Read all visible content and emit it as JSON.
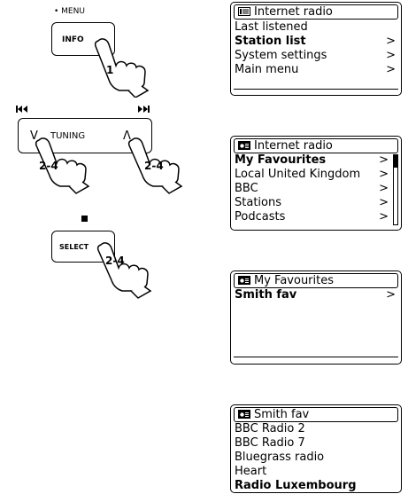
{
  "controls": {
    "info_caption": "• MENU",
    "info_label": "INFO",
    "info_step": "1",
    "prev_icon": "skip-back-icon",
    "next_icon": "skip-forward-icon",
    "tuning_down": "V",
    "tuning_label": "TUNING",
    "tuning_up": "Λ",
    "tuning_step_left": "2-4",
    "tuning_step_right": "2-4",
    "select_caption_icon": "stop-icon",
    "select_label": "SELECT",
    "select_step": "2-4"
  },
  "screens": [
    {
      "title": "Internet radio",
      "icon": "list-icon",
      "items": [
        {
          "label": "Last listened",
          "arrow": "",
          "selected": false
        },
        {
          "label": "Station list",
          "arrow": ">",
          "selected": true
        },
        {
          "label": "System settings",
          "arrow": ">",
          "selected": false
        },
        {
          "label": "Main menu",
          "arrow": ">",
          "selected": false
        }
      ]
    },
    {
      "title": "Internet radio",
      "icon": "radio-icon",
      "items": [
        {
          "label": "My Favourites",
          "arrow": ">",
          "selected": true
        },
        {
          "label": "Local United Kingdom",
          "arrow": ">",
          "selected": false
        },
        {
          "label": "BBC",
          "arrow": ">",
          "selected": false
        },
        {
          "label": "Stations",
          "arrow": ">",
          "selected": false
        },
        {
          "label": "Podcasts",
          "arrow": ">",
          "selected": false
        }
      ]
    },
    {
      "title": "My Favourites",
      "icon": "radio-icon",
      "items": [
        {
          "label": "Smith fav",
          "arrow": ">",
          "selected": true
        }
      ]
    },
    {
      "title": "Smith fav",
      "icon": "radio-icon",
      "items": [
        {
          "label": "BBC Radio 2",
          "arrow": "",
          "selected": false
        },
        {
          "label": "BBC Radio 7",
          "arrow": "",
          "selected": false
        },
        {
          "label": "Bluegrass radio",
          "arrow": "",
          "selected": false
        },
        {
          "label": "Heart",
          "arrow": "",
          "selected": false
        },
        {
          "label": "Radio Luxembourg",
          "arrow": "",
          "selected": true
        }
      ]
    }
  ]
}
